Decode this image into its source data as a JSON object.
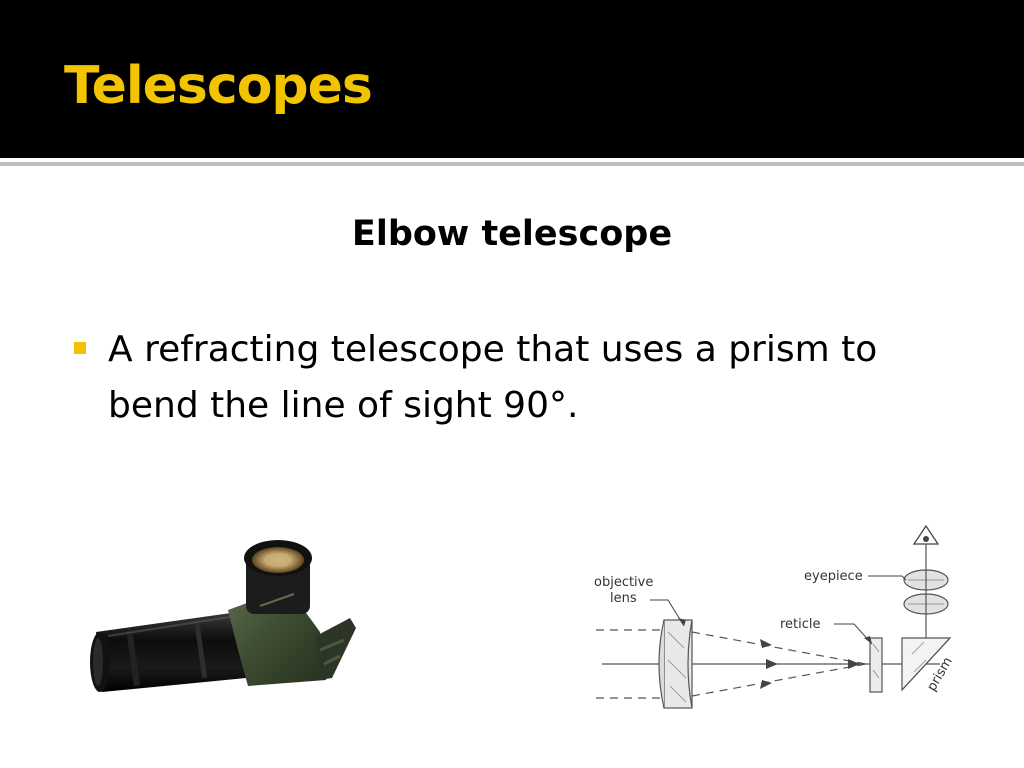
{
  "slide": {
    "title": "Telescopes",
    "subtitle": "Elbow telescope",
    "bullets": [
      {
        "text": "A refracting telescope that uses a prism to bend the line of sight 90°."
      }
    ]
  },
  "diagram": {
    "labels": {
      "objective_line1": "objective",
      "objective_line2": "lens",
      "eyepiece": "eyepiece",
      "reticle": "reticle",
      "prism": "prism"
    }
  },
  "colors": {
    "title_bar": "#000000",
    "title_text": "#f2c400",
    "bullet_marker": "#f2c400"
  },
  "icons": {
    "bullet": "square-bullet-icon",
    "eye": "eye-icon"
  }
}
